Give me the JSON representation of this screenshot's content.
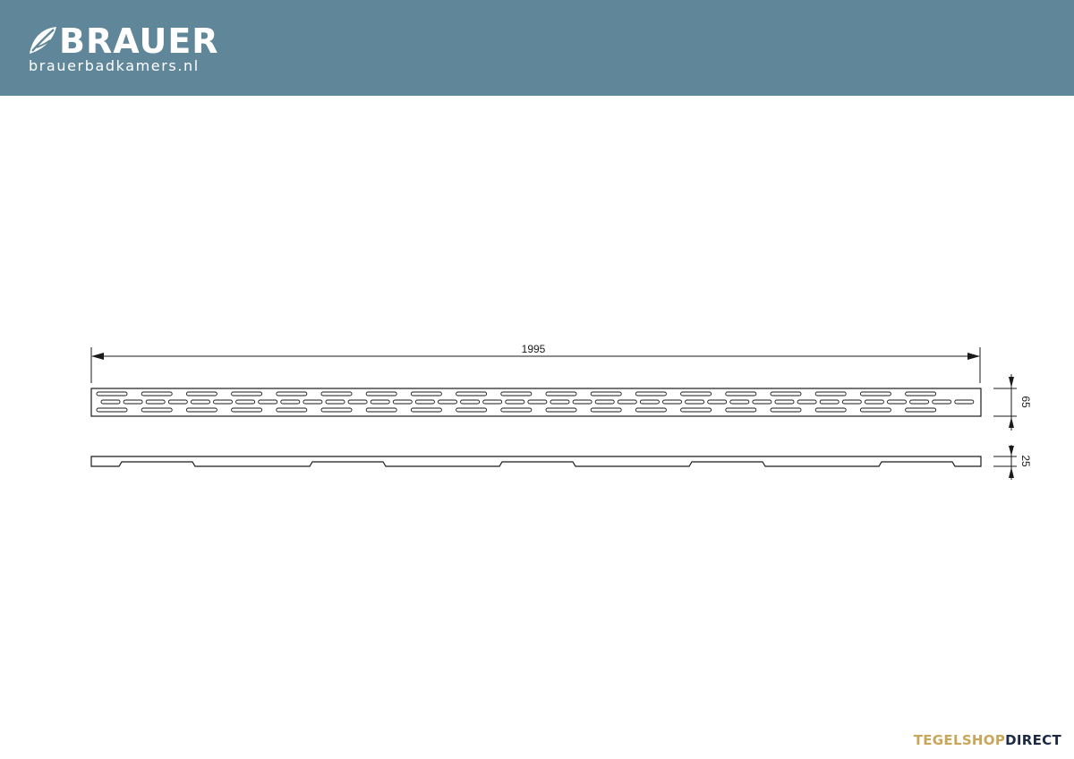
{
  "header": {
    "brand_name": "BRAUER",
    "brand_url": "brauerbadkamers.nl",
    "logo_icon": "brauer-leaf-logo",
    "background_color": "#5f8799",
    "text_color": "#ffffff"
  },
  "drawing": {
    "length_label": "1995",
    "width_label": "65",
    "height_label": "25",
    "line_color": "#1a1a1a"
  },
  "footer": {
    "brand_part1": "TEGELSHOP",
    "brand_part2": "DIRECT",
    "color_part1": "#c8a65a",
    "color_part2": "#1d2a44"
  }
}
